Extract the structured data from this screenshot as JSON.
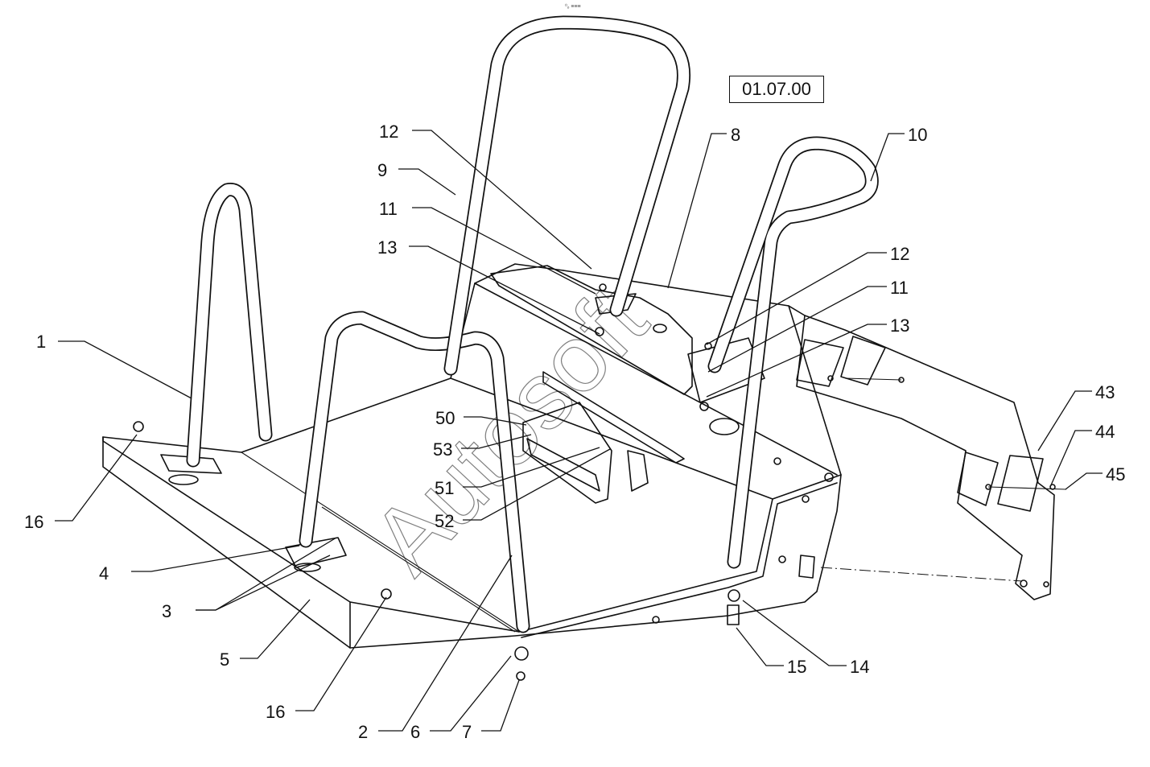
{
  "diagram": {
    "reference_code": "01.07.00",
    "watermark_text": "Autosoft",
    "top_mark": "⁰ₒ ≡≡≡",
    "callouts": {
      "c1": "1",
      "c2": "2",
      "c3": "3",
      "c4": "4",
      "c5": "5",
      "c6": "6",
      "c7": "7",
      "c8": "8",
      "c9": "9",
      "c10": "10",
      "c11a": "11",
      "c11b": "11",
      "c12a": "12",
      "c12b": "12",
      "c13a": "13",
      "c13b": "13",
      "c14": "14",
      "c15": "15",
      "c16a": "16",
      "c16b": "16",
      "c43": "43",
      "c44": "44",
      "c45": "45",
      "c50": "50",
      "c51": "51",
      "c52": "52",
      "c53": "53"
    }
  }
}
